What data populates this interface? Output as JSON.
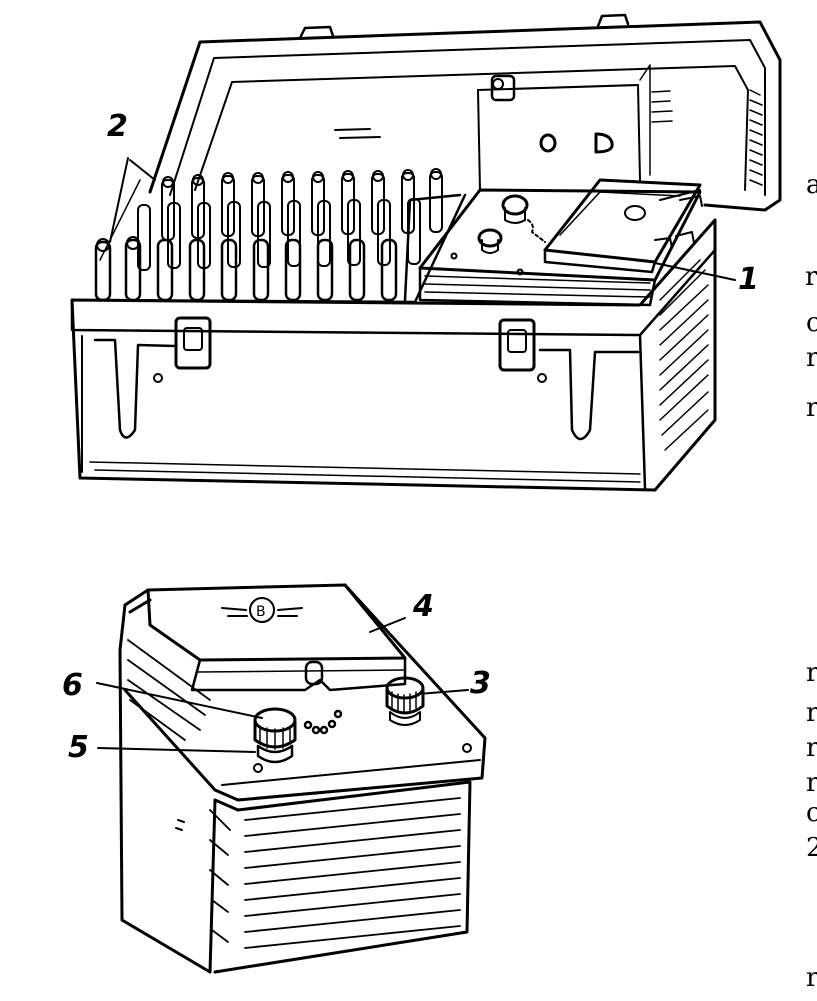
{
  "figure": {
    "labels": {
      "n1": "1",
      "n2": "2",
      "n3": "3",
      "n4": "4",
      "n5": "5",
      "n6": "6"
    },
    "lid_stamp": "B",
    "margin_glyphs": [
      "a",
      "r",
      "c",
      "r",
      "r",
      "r",
      "r",
      "r",
      "r",
      "c",
      "2",
      "r"
    ]
  },
  "colors": {
    "ink": "#000000",
    "paper": "#ffffff"
  }
}
